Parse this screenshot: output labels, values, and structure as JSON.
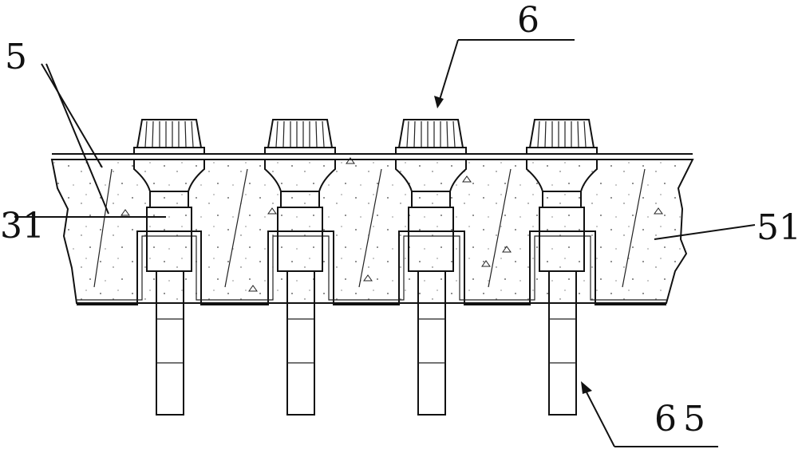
{
  "labels": {
    "label_5": "5",
    "label_6": "6",
    "label_31": "31",
    "label_51": "51",
    "label_65": "65"
  },
  "units": {
    "count": 4
  },
  "colors": {
    "line": "#111111",
    "background": "#ffffff"
  }
}
